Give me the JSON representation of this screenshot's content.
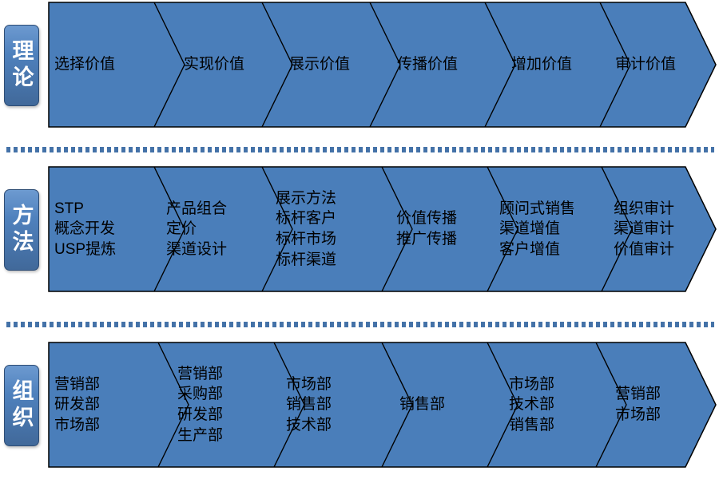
{
  "colors": {
    "band_fill": "#4A7EBA",
    "label_fill": "#4F81BD",
    "divider": "#4472A8",
    "outline": "#000000",
    "segment_text": "#000000",
    "label_text": "#FFFFFF"
  },
  "rows": [
    {
      "label": "理论",
      "segments": [
        "选择价值",
        "实现价值",
        "展示价值",
        "传播价值",
        "增加价值",
        "审计价值"
      ]
    },
    {
      "label": "方法",
      "segments": [
        "STP\n概念开发\nUSP提炼",
        "产品组合\n定价\n渠道设计",
        "展示方法\n标杆客户\n标杆市场\n标杆渠道",
        "价值传播\n推广传播",
        "顾问式销售\n渠道增值\n客户增值",
        "组织审计\n渠道审计\n价值审计"
      ]
    },
    {
      "label": "组织",
      "segments": [
        "营销部\n研发部\n市场部",
        "营销部\n采购部\n研发部\n生产部",
        "市场部\n销售部\n技术部",
        "销售部",
        "市场部\n技术部\n销售部",
        "营销部\n市场部"
      ]
    }
  ]
}
